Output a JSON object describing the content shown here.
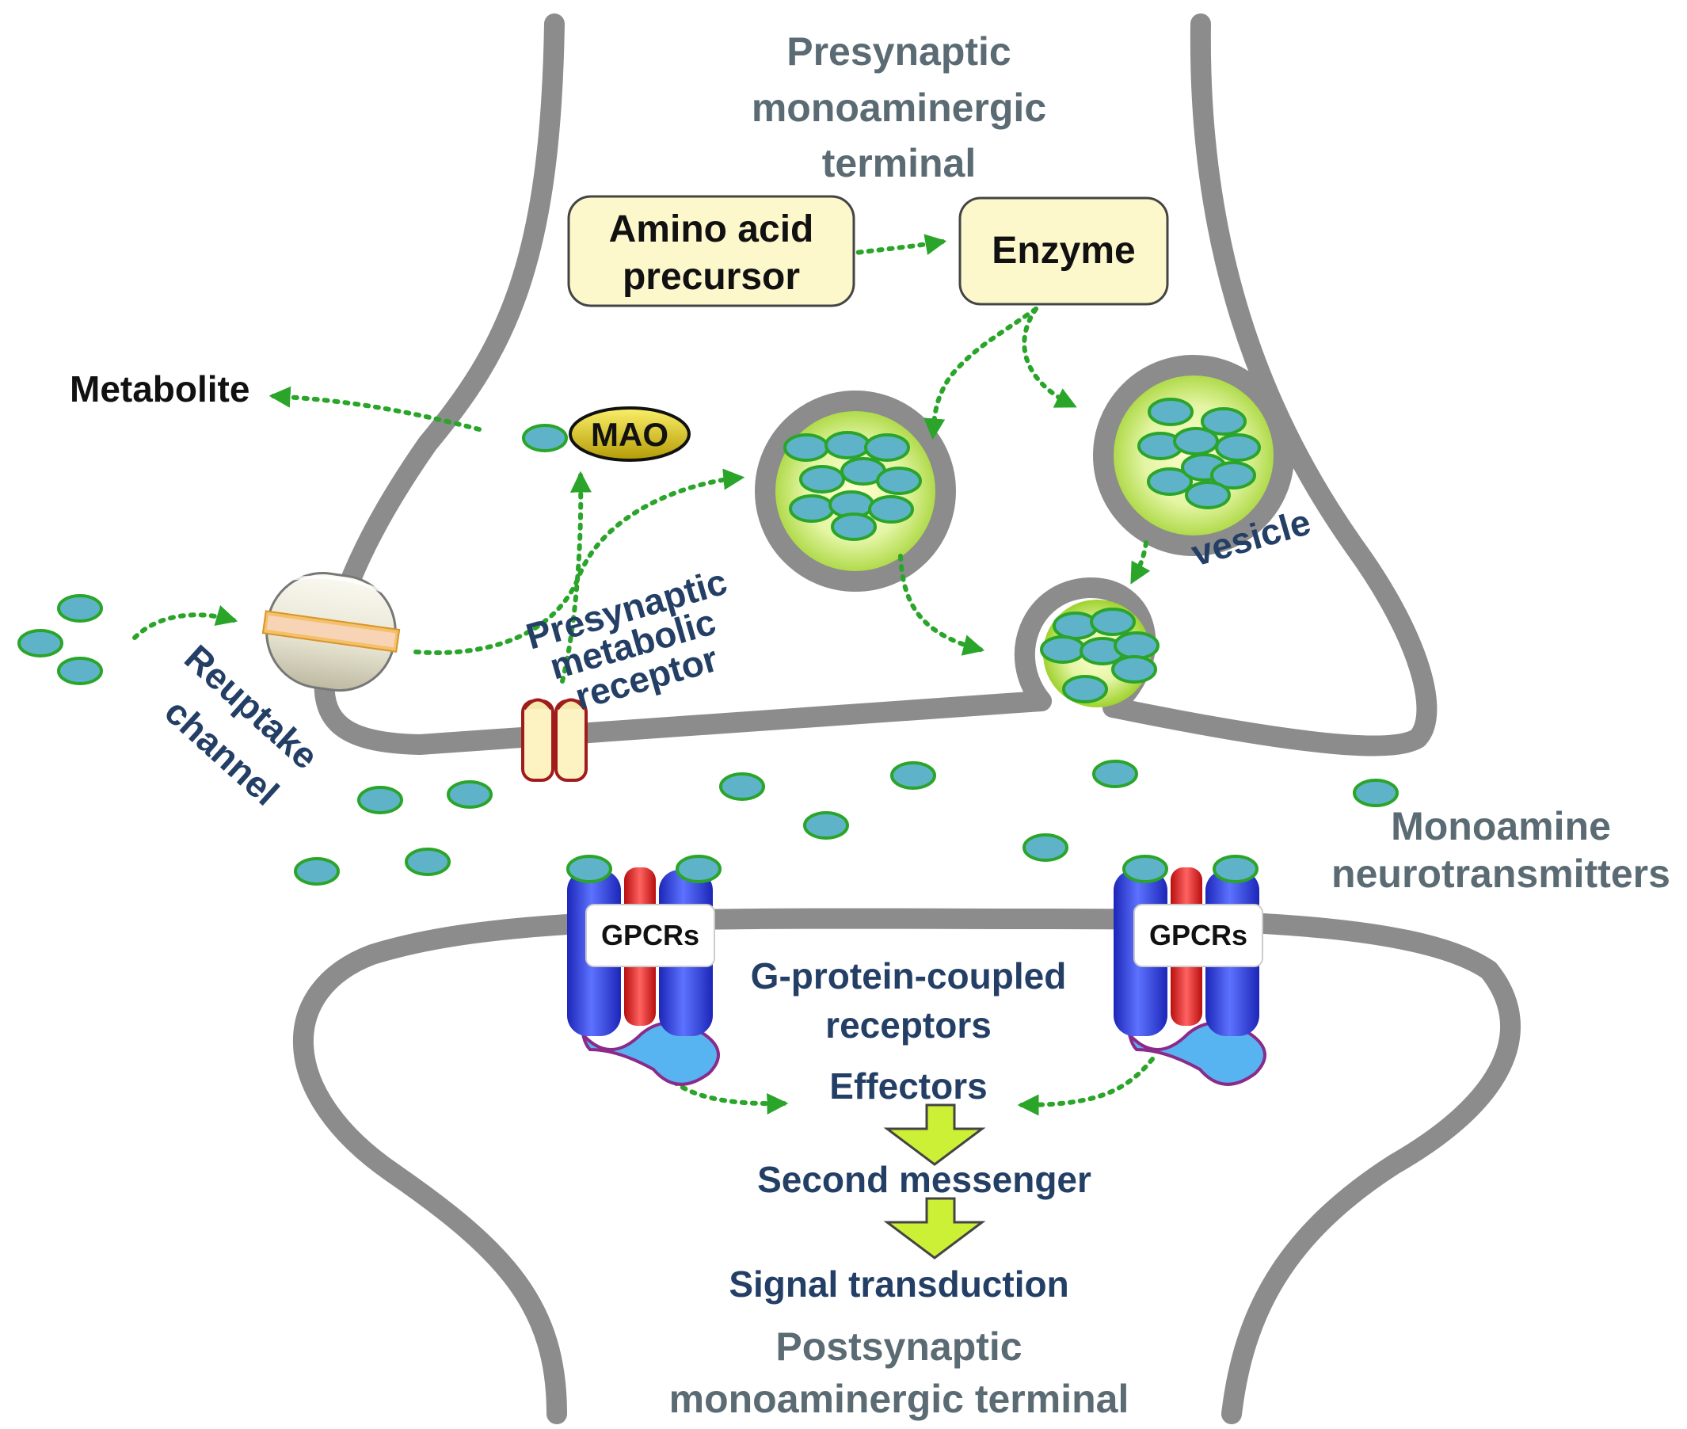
{
  "labels": {
    "presynaptic_terminal": [
      "Presynaptic",
      "monoaminergic",
      "terminal"
    ],
    "amino_acid_precursor": [
      "Amino acid",
      "precursor"
    ],
    "enzyme": "Enzyme",
    "metabolite": "Metabolite",
    "mao": "MAO",
    "vesicle": "vesicle",
    "presynaptic_metabolic_receptor": [
      "Presynaptic",
      "metabolic",
      "receptor"
    ],
    "reuptake_channel": [
      "Reuptake",
      "channel"
    ],
    "monoamine_neurotransmitters": [
      "Monoamine",
      "neurotransmitters"
    ],
    "gpcr_left": "GPCRs",
    "gpcr_right": "GPCRs",
    "g_protein_coupled_receptors": [
      "G-protein-coupled",
      "receptors"
    ],
    "effectors": "Effectors",
    "second_messenger": "Second messenger",
    "signal_transduction": "Signal transduction",
    "postsynaptic_terminal": [
      "Postsynaptic",
      "monoaminergic terminal"
    ]
  },
  "colors": {
    "membrane": "#8c8c8c",
    "arrow_green": "#2aa52a",
    "neurotransmitter_fill": "#5fb3c8",
    "box_fill": "#fdf8cc",
    "mao_fill": "#e0cf18",
    "gpcr_blue": "#2a3fe0",
    "gpcr_red": "#e82020",
    "gpcr_light_blue": "#58b4f0",
    "flow_arrow_fill": "#ccf035",
    "label_grey": "#5b6b73",
    "label_navy": "#243f66"
  },
  "icons": {
    "mao": "enzyme-ellipse",
    "reuptake_channel": "transporter-drum",
    "presynaptic_receptor": "receptor-channel",
    "gpcr": "seven-transmembrane-receptor",
    "flow_arrow": "block-down-arrow"
  }
}
